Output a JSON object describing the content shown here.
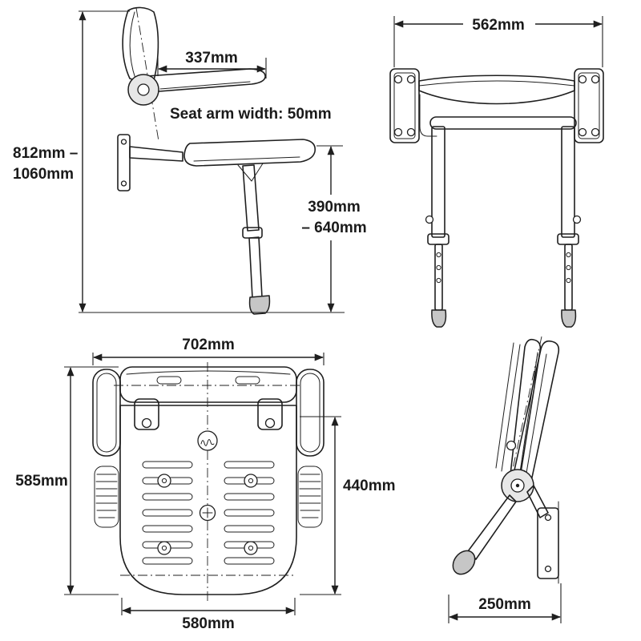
{
  "page": {
    "background": "#ffffff",
    "ink": "#1f1f1f"
  },
  "views": {
    "side_view": {
      "arm_depth": "337mm",
      "arm_width_note": "Seat arm width: 50mm",
      "mount_height_min": "812mm –",
      "mount_height_max": "1060mm",
      "leg_height_min": "390mm",
      "leg_height_max": "– 640mm"
    },
    "front_view": {
      "overall_width": "562mm"
    },
    "plan_view": {
      "overall_width": "702mm",
      "overall_depth": "585mm",
      "seat_depth": "440mm",
      "seat_width": "580mm"
    },
    "folded_view": {
      "wall_projection": "250mm"
    }
  }
}
